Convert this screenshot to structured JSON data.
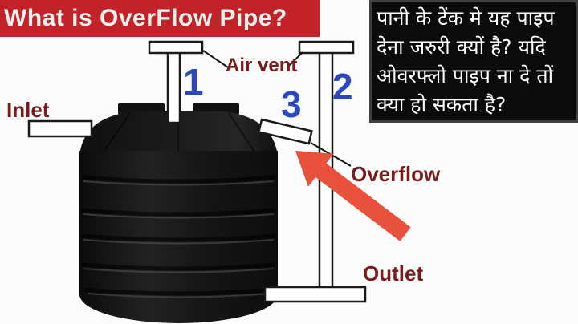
{
  "banner": {
    "title": "What is OverFlow Pipe?",
    "bg_color": "#c22329",
    "text_color": "#f6efef"
  },
  "question_box": {
    "lines": [
      "पानी के टेंक मे यह पाइप",
      "देना जरुरी क्यों है? यदि",
      "ओवरफ्लो पाइप ना दे तों",
      "क्या हो सकता है?"
    ],
    "bg_color": "#0b0b0b",
    "text_color": "#ffffff"
  },
  "diagram": {
    "labels": {
      "air_vent": "Air vent",
      "inlet": "Inlet",
      "overflow": "Overflow",
      "outlet": "Outlet"
    },
    "step_numbers": {
      "n1": "1",
      "n2": "2",
      "n3": "3"
    },
    "colors": {
      "label": "#7a1c1c",
      "number": "#2a48c4",
      "arrow": "#e8523d",
      "pipe_fill": "#ffffff",
      "pipe_stroke": "#1a1a1a",
      "tank": "#141414"
    }
  }
}
